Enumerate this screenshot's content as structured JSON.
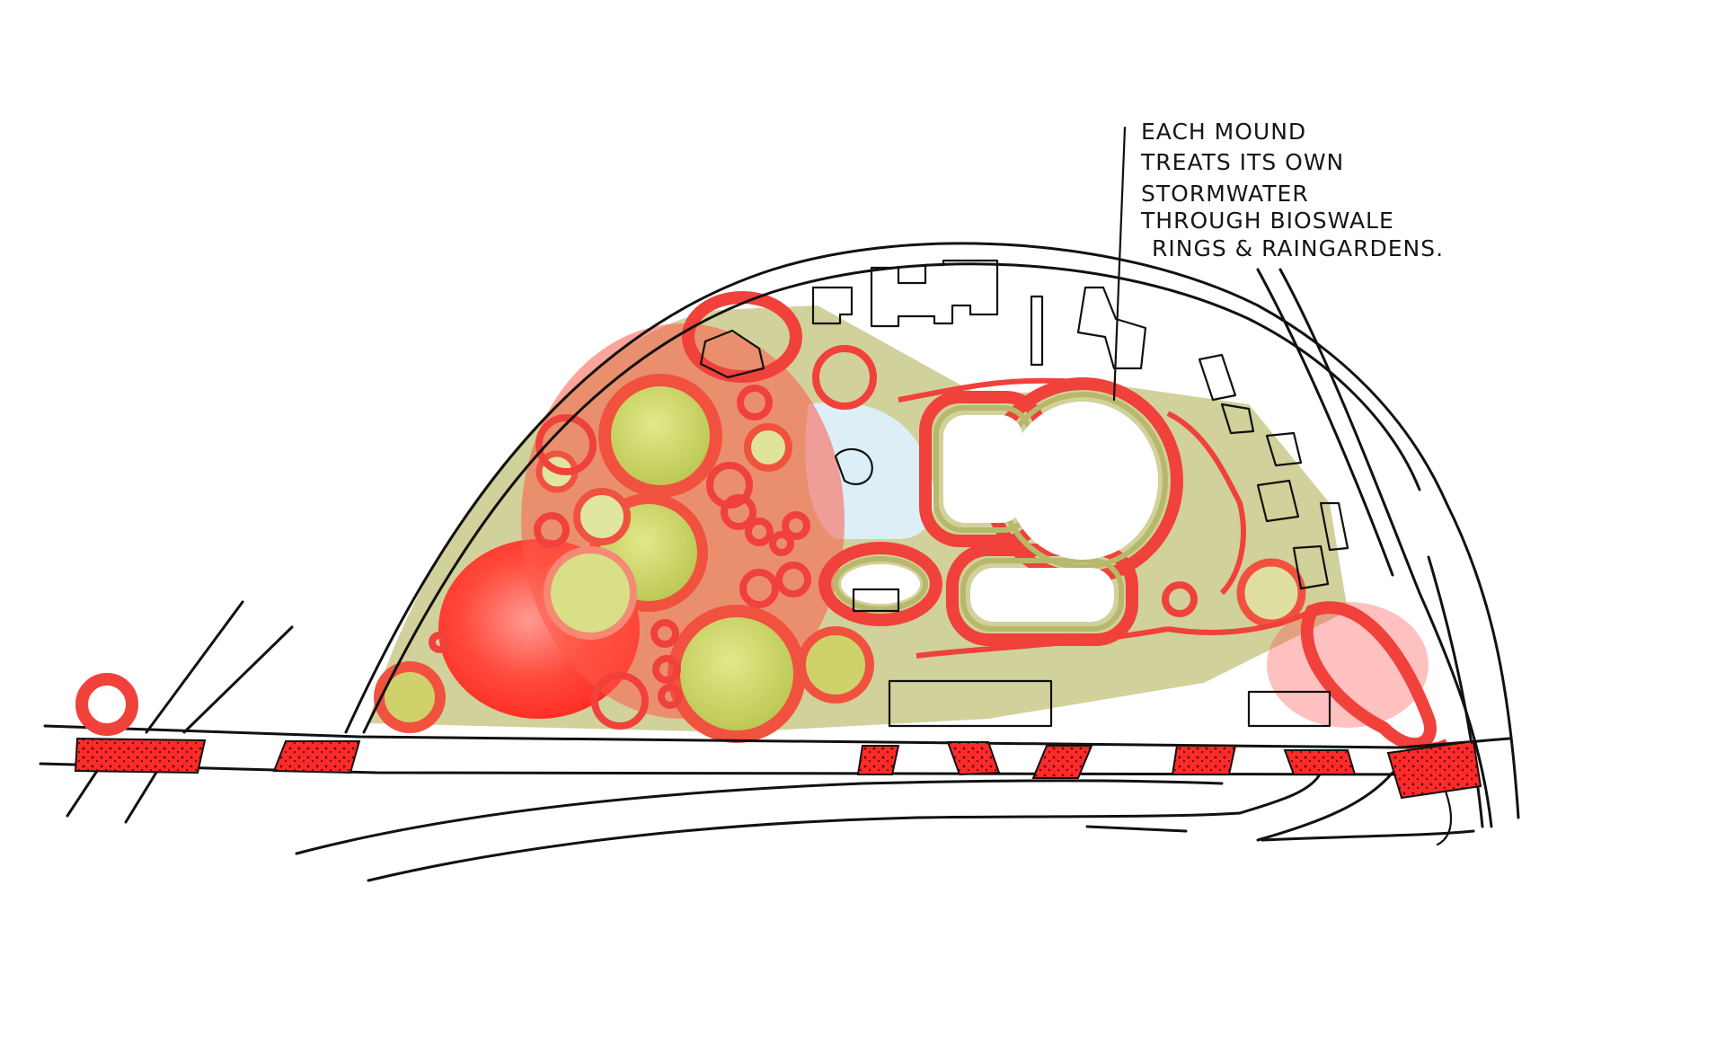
{
  "annotation": {
    "lines": [
      "EACH MOUND",
      "TREATS ITS OWN",
      "STORMWATER",
      "THROUGH BIOSWALE",
      "RINGS & RAINGARDENS."
    ]
  },
  "colors": {
    "ink": "#111111",
    "bioswale_red": "#ff3030",
    "raingarden_olive": "#c2c474",
    "mound_yellow": "#cdd865",
    "water_blue": "#dceff6",
    "paper": "#ffffff"
  }
}
